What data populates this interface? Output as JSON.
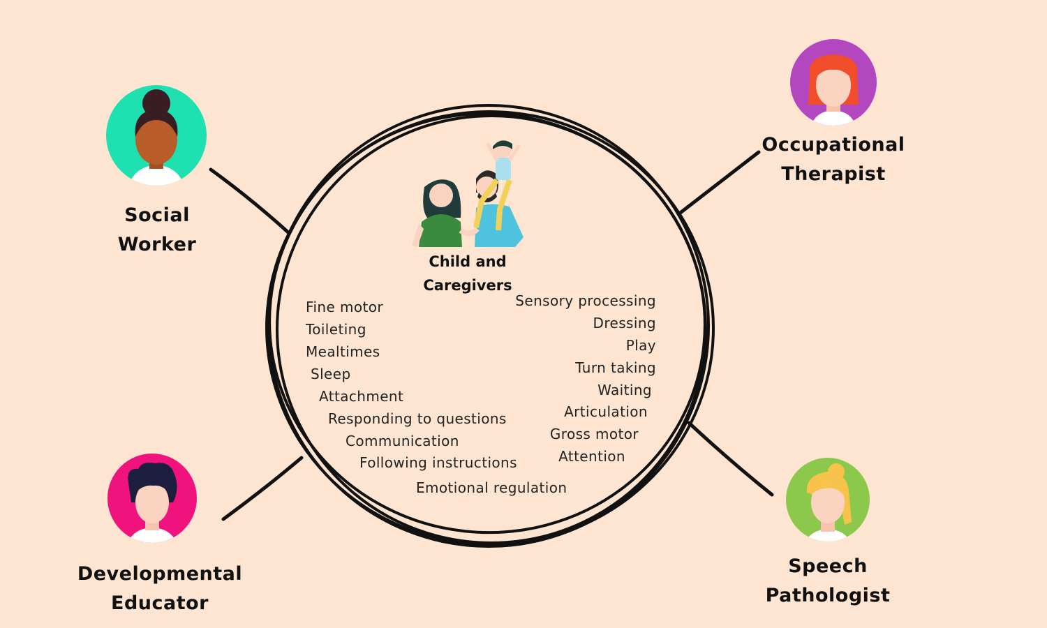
{
  "center": {
    "title_line1": "Child and",
    "title_line2": "Caregivers"
  },
  "roles": {
    "social_worker": {
      "line1": "Social",
      "line2": "Worker",
      "avatar_color": "#1ee0b0"
    },
    "occupational_therapist": {
      "line1": "Occupational",
      "line2": "Therapist",
      "avatar_color": "#b347c0"
    },
    "developmental_educator": {
      "line1": "Developmental",
      "line2": "Educator",
      "avatar_color": "#f0137e"
    },
    "speech_pathologist": {
      "line1": "Speech",
      "line2": "Pathologist",
      "avatar_color": "#8cc84b"
    }
  },
  "skills_left": [
    "Fine motor",
    "Toileting",
    "Mealtimes",
    "Sleep",
    "Attachment",
    "Responding to questions",
    "Communication",
    "Following instructions",
    "Emotional regulation"
  ],
  "skills_right": [
    "Sensory processing",
    "Dressing",
    "Play",
    "Turn taking",
    "Waiting",
    "Articulation",
    "Gross motor",
    "Attention"
  ],
  "colors": {
    "background": "#fde5d1",
    "skin_light": "#fbd3c1",
    "skin_dark": "#b85c2a",
    "outline": "#111111"
  }
}
